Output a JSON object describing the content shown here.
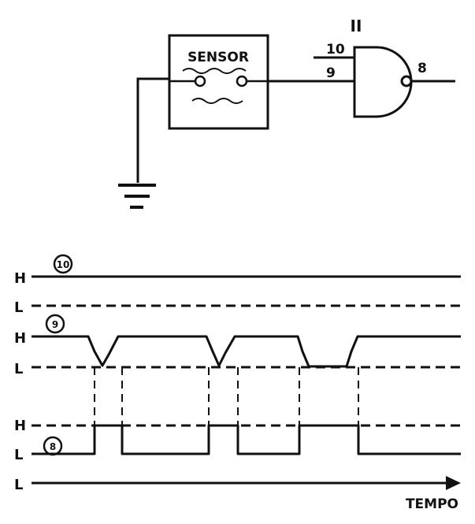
{
  "circuit": {
    "gate_label": "II",
    "sensor_label": "SENSOR",
    "pins": {
      "in_a": "10",
      "in_b": "9",
      "out": "8"
    }
  },
  "timing": {
    "traces": [
      {
        "pin": "10",
        "high_label": "H",
        "low_label": "L"
      },
      {
        "pin": "9",
        "high_label": "H",
        "low_label": "L"
      },
      {
        "pin": "8",
        "high_label": "H",
        "low_label": "L"
      }
    ],
    "axis_level_label": "L",
    "axis_label": "TEMPO"
  }
}
